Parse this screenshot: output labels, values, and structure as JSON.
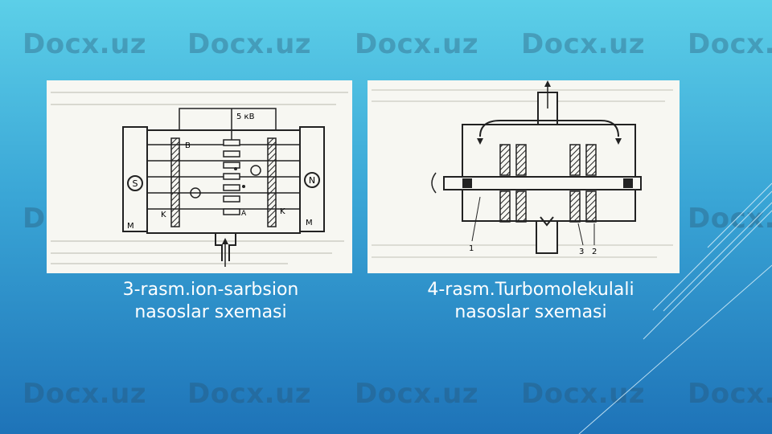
{
  "watermark": "Docx.uz",
  "watermark_color": "#28506e",
  "figure1": {
    "caption_line1": "3-rasm.ion-sarbsion",
    "caption_line2": "nasoslar sxemasi",
    "labels": {
      "voltage": "5 кВ",
      "b": "B",
      "k_left": "K",
      "k_right": "K",
      "a": "A",
      "s": "S",
      "n": "N",
      "m_left": "M",
      "m_right": "M"
    }
  },
  "figure2": {
    "caption_line1": "4-rasm.Turbomolekulali",
    "caption_line2": "nasoslar sxemasi",
    "labels": {
      "one": "1",
      "three": "3",
      "two": "2"
    }
  }
}
